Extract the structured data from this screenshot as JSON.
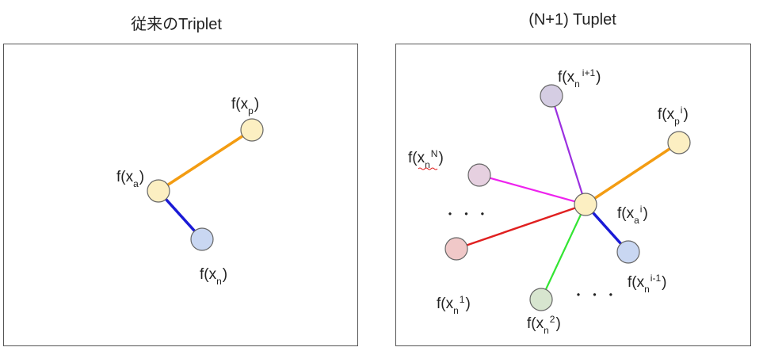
{
  "left_panel": {
    "title": "従来のTriplet",
    "labels": {
      "positive": {
        "base": "f(x",
        "sub": "p",
        "sup": "",
        "close": ")"
      },
      "anchor": {
        "base": "f(x",
        "sub": "a",
        "sup": "",
        "close": ")"
      },
      "negative": {
        "base": "f(x",
        "sub": "n",
        "sup": "",
        "close": ")"
      }
    },
    "colors": {
      "anchor_edge_positive": "#f39c12",
      "anchor_edge_negative": "#1a1ad6",
      "anchor_fill": "#fcefc2",
      "positive_fill": "#fcefc2",
      "negative_fill": "#c9d7f2"
    }
  },
  "right_panel": {
    "title": "(N+1) Tuplet",
    "labels": {
      "n_i_plus_1": {
        "base": "f(x",
        "sub": "n",
        "sup": "i+1",
        "close": ")"
      },
      "positive": {
        "base": "f(x",
        "sub": "p",
        "sup": "i",
        "close": ")"
      },
      "n_N": {
        "base": "f(x",
        "sub": "n",
        "sup": "N",
        "close": ")"
      },
      "anchor": {
        "base": "f(x",
        "sub": "a",
        "sup": "i",
        "close": ")"
      },
      "n_i_minus_1": {
        "base": "f(x",
        "sub": "n",
        "sup": "i-1",
        "close": ")"
      },
      "n_1": {
        "base": "f(x",
        "sub": "n",
        "sup": "1",
        "close": ")"
      },
      "n_2": {
        "base": "f(x",
        "sub": "n",
        "sup": "2",
        "close": ")"
      }
    },
    "ellipsis": "・ ・ ・",
    "colors": {
      "edge_n_i_plus_1": "#9b30e0",
      "edge_positive": "#f39c12",
      "edge_n_N": "#ee22ee",
      "edge_n_1": "#e02020",
      "edge_n_2": "#33e533",
      "edge_n_i_minus_1": "#1a1ad6",
      "fill_anchor": "#fcefc2",
      "fill_positive": "#fcefc2",
      "fill_n_i_plus_1": "#d5cde3",
      "fill_n_N": "#e6d0e0",
      "fill_n_1": "#f0c8c8",
      "fill_n_2": "#d7e5cf",
      "fill_n_i_minus_1": "#c9d7f2"
    }
  }
}
